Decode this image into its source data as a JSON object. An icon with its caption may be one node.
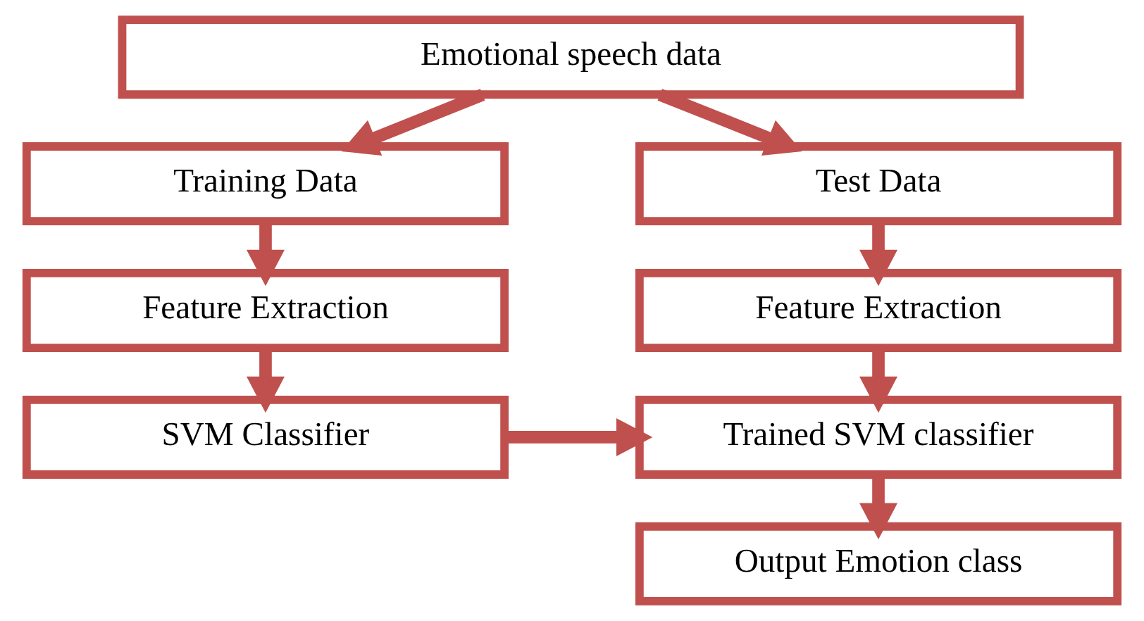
{
  "diagram": {
    "nodes": [
      {
        "text": [
          "Emotional speech data"
        ]
      },
      {
        "text": [
          "Training Data"
        ]
      },
      {
        "text": [
          "Test Data"
        ]
      },
      {
        "text": [
          "Feature Extraction"
        ]
      },
      {
        "text": [
          "Feature Extraction"
        ]
      },
      {
        "text": [
          "SVM Classifier"
        ]
      },
      {
        "text": [
          "Trained SVM classifier"
        ]
      },
      {
        "text": [
          "Output Emotion class"
        ]
      }
    ],
    "edges": [
      {
        "from": 0,
        "to": 1,
        "arrow": "to"
      },
      {
        "from": 0,
        "to": 2,
        "arrow": "to"
      },
      {
        "from": 1,
        "to": 3,
        "arrow": "to"
      },
      {
        "from": 2,
        "to": 4,
        "arrow": "to"
      },
      {
        "from": 3,
        "to": 5,
        "arrow": "to"
      },
      {
        "from": 4,
        "to": 6,
        "arrow": "to"
      },
      {
        "from": 5,
        "to": 6,
        "arrow": "to"
      },
      {
        "from": 6,
        "to": 7,
        "arrow": "to"
      }
    ]
  }
}
